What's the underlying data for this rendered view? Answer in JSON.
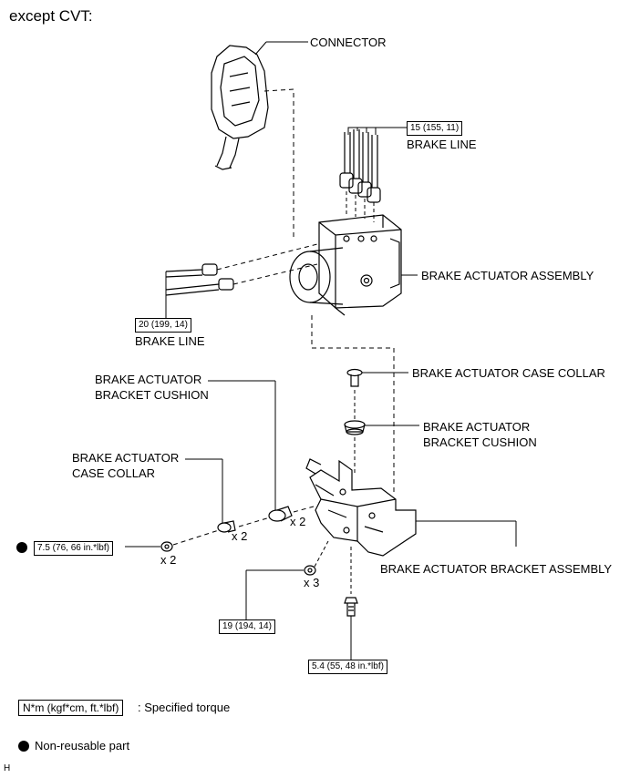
{
  "heading": "except CVT:",
  "labels": {
    "connector": "CONNECTOR",
    "brake_line_top": "BRAKE LINE",
    "brake_line_left": "BRAKE LINE",
    "actuator_assembly": "BRAKE ACTUATOR ASSEMBLY",
    "case_collar_right": "BRAKE ACTUATOR CASE COLLAR",
    "bracket_cushion_right_1": "BRAKE ACTUATOR",
    "bracket_cushion_right_2": "BRACKET CUSHION",
    "bracket_cushion_left_1": "BRAKE ACTUATOR",
    "bracket_cushion_left_2": "BRACKET CUSHION",
    "case_collar_left_1": "BRAKE ACTUATOR",
    "case_collar_left_2": "CASE COLLAR",
    "bracket_assembly": "BRAKE ACTUATOR BRACKET ASSEMBLY"
  },
  "torques": {
    "brake_line_top": "15 (155, 11)",
    "brake_line_left": "20 (199, 14)",
    "nut_left": "7.5 (76, 66 in.*lbf)",
    "nut_mid": "19 (194, 14)",
    "bolt_bottom": "5.4 (55, 48 in.*lbf)"
  },
  "quantities": {
    "cushion": "x 2",
    "collar": "x 2",
    "nut_left": "x 2",
    "nut_mid": "x 3"
  },
  "legend": {
    "torque_box": "N*m (kgf*cm, ft.*lbf)",
    "torque_desc": ": Specified torque",
    "non_reusable": "Non-reusable part"
  },
  "footer_code": "H"
}
